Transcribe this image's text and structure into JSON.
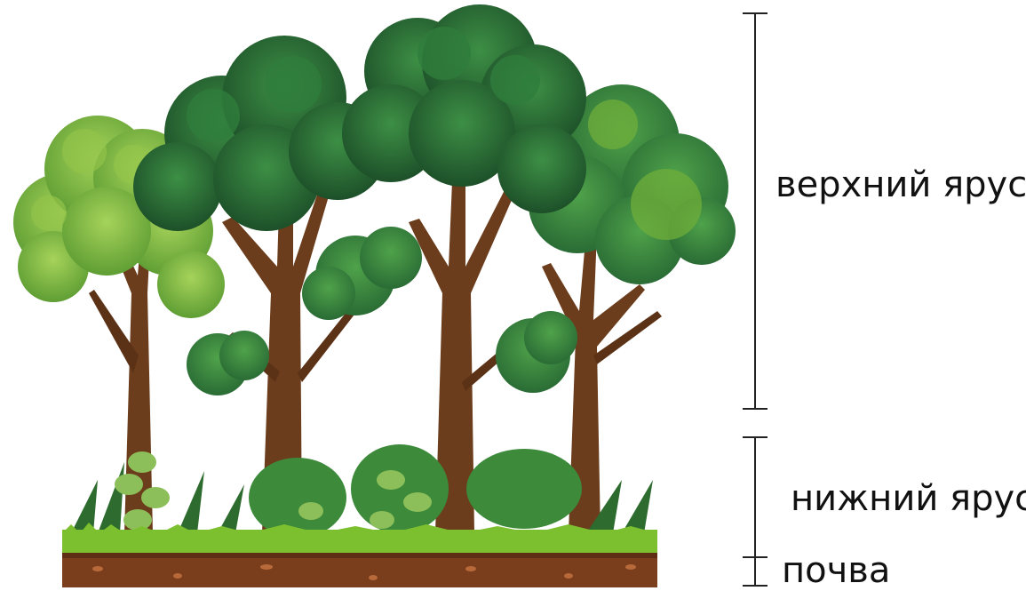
{
  "labels": {
    "upper": "верхний ярус",
    "lower": "нижний ярус",
    "soil": "почва"
  },
  "colors": {
    "leaf_dark": "#1f5a2e",
    "leaf_mid": "#2f7d3c",
    "leaf_light": "#6fae3a",
    "leaf_pale": "#93c44a",
    "trunk": "#6b3d1c",
    "trunk_dark": "#4d2a12",
    "grass": "#7cc030",
    "soil": "#7a3e1d",
    "soil_dark": "#5e2d13",
    "ruler": "#222222"
  }
}
